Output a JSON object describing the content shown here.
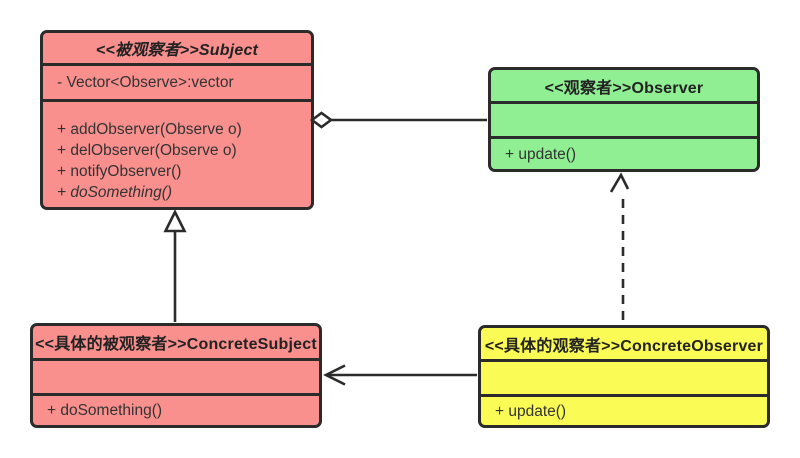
{
  "diagram": {
    "kind": "uml-class-diagram"
  },
  "classes": {
    "subject": {
      "title": "<<被观察者>>Subject",
      "attributes": [
        "- Vector<Observe>:vector"
      ],
      "methods": [
        "+ addObserver(Observe o)",
        "+ delObserver(Observe o)",
        "+ notifyObserver()",
        "+ doSomething()"
      ],
      "fill": "#F9908E"
    },
    "observer": {
      "title": "<<观察者>>Observer",
      "attributes": [],
      "methods": [
        "+ update()"
      ],
      "fill": "#90EE93"
    },
    "concrete_subject": {
      "title": "<<具体的被观察者>>ConcreteSubject",
      "attributes": [],
      "methods": [
        "+ doSomething()"
      ],
      "fill": "#F9908E"
    },
    "concrete_observer": {
      "title": "<<具体的观察者>>ConcreteObserver",
      "attributes": [],
      "methods": [
        "+ update()"
      ],
      "fill": "#FBFB55"
    }
  },
  "relationships": [
    {
      "type": "aggregation",
      "from": "Subject",
      "to": "Observer",
      "style": "solid line, hollow diamond at Subject"
    },
    {
      "type": "generalization",
      "from": "ConcreteSubject",
      "to": "Subject",
      "style": "solid line, hollow triangle at Subject"
    },
    {
      "type": "dependency",
      "from": "ConcreteObserver",
      "to": "Observer",
      "style": "dashed line, open arrow at Observer"
    },
    {
      "type": "association",
      "from": "ConcreteObserver",
      "to": "ConcreteSubject",
      "style": "solid line, open arrow at ConcreteSubject"
    }
  ],
  "colors": {
    "border": "#2B2B2B",
    "background": "#FFFFFF",
    "subject_fill": "#F9908E",
    "observer_fill": "#90EE93",
    "concrete_subject_fill": "#F9908E",
    "concrete_observer_fill": "#FBFB55"
  }
}
